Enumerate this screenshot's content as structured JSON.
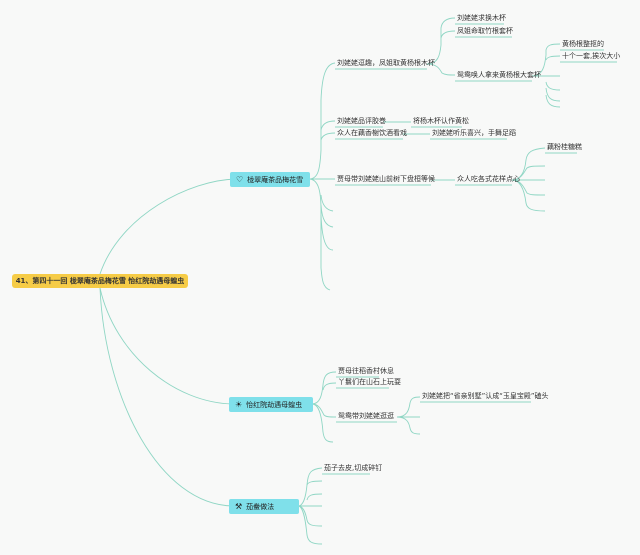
{
  "root": "41、第四十一回 栊翠庵茶品梅花雪 怡红院劫遇母蝗虫",
  "branches": [
    {
      "icon": "heart-icon",
      "glyph": "♡",
      "label": "栊翠庵茶品梅花雪",
      "children": [
        {
          "label": "刘姥姥逗趣，凤姐取黄杨根木杯",
          "children": [
            {
              "label": "刘姥姥求换木杯"
            },
            {
              "label": "凤姐命取竹根套杯"
            },
            {
              "label": "鸳鸯唤人拿来黄杨根大套杯",
              "children": [
                {
                  "label": "黄杨根整抠的"
                },
                {
                  "label": "十个一套,挨次大小"
                }
              ]
            }
          ]
        },
        {
          "label": "刘姥姥品评胶巻",
          "children": [
            {
              "label": "将杨木杯认作黄松"
            }
          ]
        },
        {
          "label": "众人在藕香榭饮酒看戏",
          "children": [
            {
              "label": "刘姥姥听乐喜兴，手舞足蹈"
            }
          ]
        },
        {
          "label": "贾母带刘姥姥山前树下盘桓等候",
          "children": [
            {
              "label": "众人吃各式花样点心",
              "children": [
                {
                  "label": "藕粉桂糖糕"
                }
              ]
            }
          ]
        }
      ]
    },
    {
      "icon": "lightbulb-icon",
      "glyph": "☀",
      "label": "怡红院劫遇母蝗虫",
      "children": [
        {
          "label": "贾母往稻香村休息"
        },
        {
          "label": "丫鬟们在山石上玩耍"
        },
        {
          "label": "鸳鸯带刘姥姥逛逛",
          "children": [
            {
              "label": "刘姥姥把“省亲别墅”认成“玉皇宝殿”磕头"
            }
          ]
        }
      ]
    },
    {
      "icon": "tools-icon",
      "glyph": "⚒",
      "label": "茄鲞做法",
      "children": [
        {
          "label": "茄子去皮,切成碎钉"
        }
      ]
    }
  ],
  "colors": {
    "line": "#8fd6c4",
    "root_bg": "#f6cc47",
    "branch_bg": "#7fe0ea",
    "background": "#f8f9f8"
  }
}
